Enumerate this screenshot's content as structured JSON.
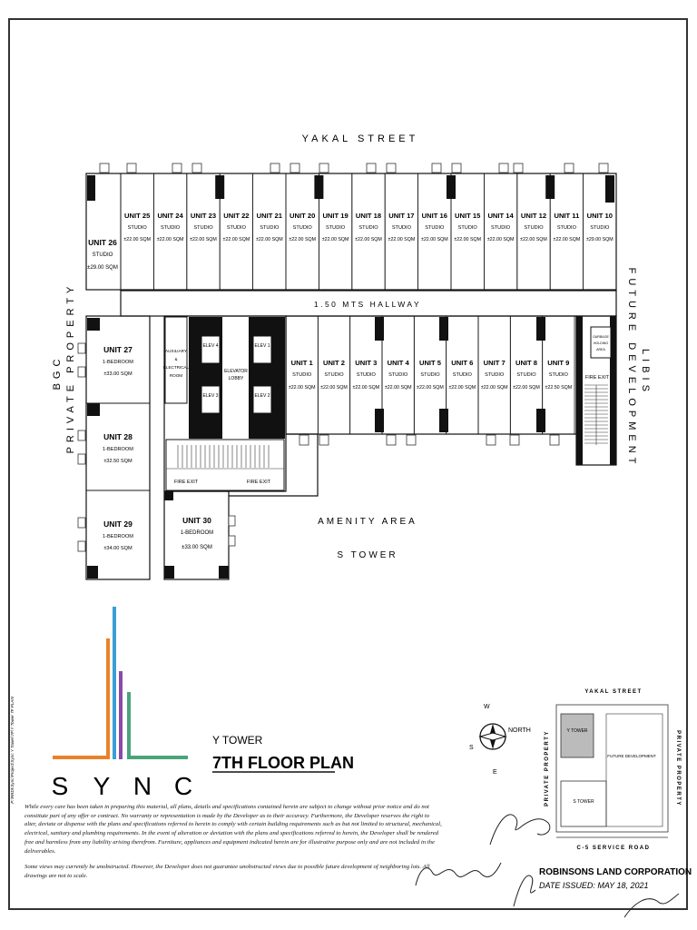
{
  "street_labels": {
    "north": "YAKAL STREET",
    "hallway": "1.50 MTS HALLWAY",
    "amenity": "AMENITY AREA",
    "s_tower": "S TOWER",
    "west_1": "BGC",
    "west_2": "PRIVATE PROPERTY",
    "east_1": "LIBIS",
    "east_2": "FUTURE DEVELOPMENT"
  },
  "north_units": [
    {
      "name": "UNIT 25",
      "type": "STUDIO",
      "area": "±22.00 SQM"
    },
    {
      "name": "UNIT 24",
      "type": "STUDIO",
      "area": "±22.00 SQM"
    },
    {
      "name": "UNIT 23",
      "type": "STUDIO",
      "area": "±22.00 SQM"
    },
    {
      "name": "UNIT 22",
      "type": "STUDIO",
      "area": "±22.00 SQM"
    },
    {
      "name": "UNIT 21",
      "type": "STUDIO",
      "area": "±22.00 SQM"
    },
    {
      "name": "UNIT 20",
      "type": "STUDIO",
      "area": "±22.00 SQM"
    },
    {
      "name": "UNIT 19",
      "type": "STUDIO",
      "area": "±22.00 SQM"
    },
    {
      "name": "UNIT 18",
      "type": "STUDIO",
      "area": "±22.00 SQM"
    },
    {
      "name": "UNIT 17",
      "type": "STUDIO",
      "area": "±22.00 SQM"
    },
    {
      "name": "UNIT 16",
      "type": "STUDIO",
      "area": "±22.00 SQM"
    },
    {
      "name": "UNIT 15",
      "type": "STUDIO",
      "area": "±22.00 SQM"
    },
    {
      "name": "UNIT 14",
      "type": "STUDIO",
      "area": "±22.00 SQM"
    },
    {
      "name": "UNIT 12",
      "type": "STUDIO",
      "area": "±22.00 SQM"
    },
    {
      "name": "UNIT 11",
      "type": "STUDIO",
      "area": "±22.00 SQM"
    },
    {
      "name": "UNIT 10",
      "type": "STUDIO",
      "area": "±29.00 SQM"
    }
  ],
  "unit_26": {
    "name": "UNIT 26",
    "type": "STUDIO",
    "area": "±29.00 SQM"
  },
  "south_units": [
    {
      "name": "UNIT 1",
      "type": "STUDIO",
      "area": "±22.00 SQM"
    },
    {
      "name": "UNIT 2",
      "type": "STUDIO",
      "area": "±22.00 SQM"
    },
    {
      "name": "UNIT 3",
      "type": "STUDIO",
      "area": "±22.00 SQM"
    },
    {
      "name": "UNIT 4",
      "type": "STUDIO",
      "area": "±22.00 SQM"
    },
    {
      "name": "UNIT 5",
      "type": "STUDIO",
      "area": "±22.00 SQM"
    },
    {
      "name": "UNIT 6",
      "type": "STUDIO",
      "area": "±22.00 SQM"
    },
    {
      "name": "UNIT 7",
      "type": "STUDIO",
      "area": "±22.00 SQM"
    },
    {
      "name": "UNIT 8",
      "type": "STUDIO",
      "area": "±22.00 SQM"
    },
    {
      "name": "UNIT 9",
      "type": "STUDIO",
      "area": "±22.50 SQM"
    }
  ],
  "west_units": [
    {
      "name": "UNIT 27",
      "type": "1-BEDROOM",
      "area": "±33.00 SQM"
    },
    {
      "name": "UNIT 28",
      "type": "1-BEDROOM",
      "area": "±32.50 SQM"
    },
    {
      "name": "UNIT 29",
      "type": "1-BEDROOM",
      "area": "±34.00 SQM"
    }
  ],
  "unit_30": {
    "name": "UNIT 30",
    "type": "1-BEDROOM",
    "area": "±33.00 SQM"
  },
  "core": {
    "aux_1": "AUXILIARY",
    "aux_2": "&",
    "aux_3": "ELECTRICAL",
    "aux_4": "ROOM",
    "lobby_1": "ELEVATOR",
    "lobby_2": "LOBBY",
    "elev": [
      "ELEV 4",
      "ELEV 1",
      "ELEV 3",
      "ELEV 2"
    ],
    "fire_exit": "FIRE EXIT",
    "garbage": [
      "GARBAGE",
      "HOLDING",
      "AREA"
    ]
  },
  "logo": {
    "letters": [
      "S",
      "Y",
      "N",
      "C"
    ]
  },
  "title": {
    "tower": "Y TOWER",
    "floor": "7TH FLOOR PLAN"
  },
  "key_plan": {
    "street_top": "YAKAL STREET",
    "street_bottom": "C-5 SERVICE ROAD",
    "left": "PRIVATE PROPERTY",
    "right": "PRIVATE PROPERTY",
    "y_tower": "Y TOWER",
    "future": "FUTURE DEVELOPMENT",
    "s_tower": "S TOWER",
    "compass": {
      "n": "NORTH",
      "w": "W",
      "s": "S",
      "e": "E"
    }
  },
  "company": "ROBINSONS LAND CORPORATION",
  "date_issued": "DATE ISSUED:   MAY 18, 2021",
  "disclaimer_1": "While every care has been taken in preparing this material, all plans, details and specifications contained herein are subject to change without prior notice and do not constitute part of any offer or contract. No warranty or representation is made by the Developer as to their accuracy. Furthermore, the Developer reserves the right to alter, deviate or dispense with the plans and specifications referred to herein to comply with certain building requirements such as but not limited to structural, mechanical, electrical, sanitary and plumbing requirements. In the event of alteration or deviation with the plans and specifications referred to herein, the Developer shall be rendered free and harmless from any liability arising therefrom. Furniture, appliances and equipment indicated herein are for illustrative purpose only and are not included in the deliverables.",
  "disclaimer_2": "Some views may currently be unobstructed. However, the Developer does not guarantee unobstructed views due to possible future development of neighboring lots. All drawings are not to scale.",
  "file_path": "P:\\RRDI\\Sync\\Project\\Sync Y Tower\\7F\\Y Tower 7F PLAN",
  "colors": {
    "orange": "#e8822a",
    "blue": "#3a9fd6",
    "purple": "#8b4aa3",
    "green": "#4aa37a"
  }
}
